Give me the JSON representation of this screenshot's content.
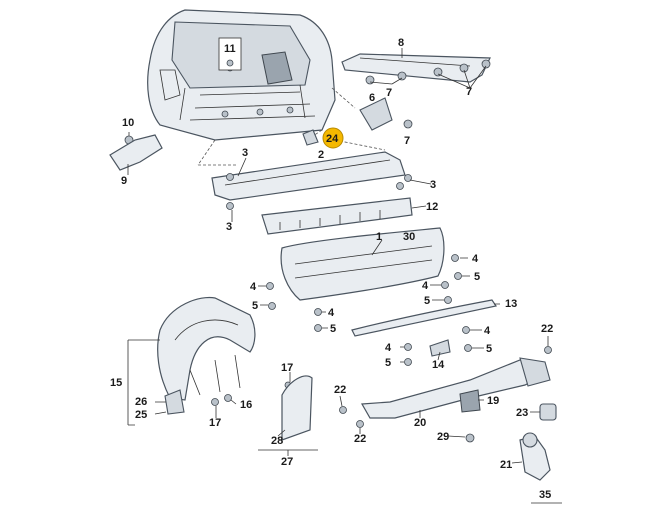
{
  "labels": {
    "p11": "11",
    "p8": "8",
    "p7a": "7",
    "p7b": "7",
    "p6": "6",
    "p10": "10",
    "p9": "9",
    "p24": "24",
    "p2": "2",
    "p3a": "3",
    "p3b": "3",
    "p3c": "3",
    "p12": "12",
    "p1": "1",
    "p30": "30",
    "p4a": "4",
    "p5a": "5",
    "p4b": "4",
    "p5b": "5",
    "p4c": "4",
    "p5c": "5",
    "p4d": "4",
    "p5d": "5",
    "p13": "13",
    "p4e": "4",
    "p5e": "5",
    "p4f": "4",
    "p5f": "5",
    "p14": "14",
    "p22a": "22",
    "p15": "15",
    "p26": "26",
    "p25": "25",
    "p16": "16",
    "p17a": "17",
    "p17b": "17",
    "p22b": "22",
    "p22c": "22",
    "p28": "28",
    "p27": "27",
    "p20": "20",
    "p19": "19",
    "p29": "29",
    "p23": "23",
    "p21": "21",
    "p35": "35"
  },
  "highlight_color": "#f5b800"
}
